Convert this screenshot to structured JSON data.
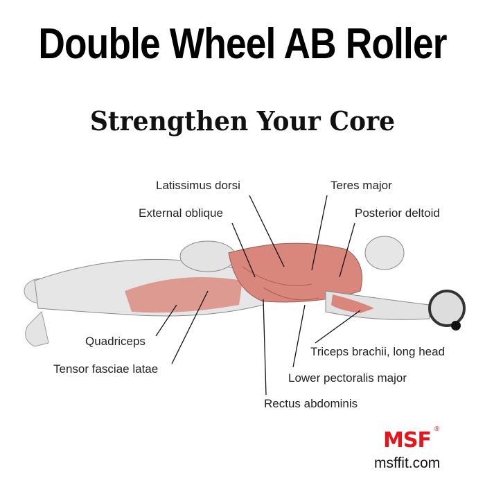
{
  "header": {
    "title": "Double Wheel AB Roller",
    "subtitle": "Strengthen Your Core"
  },
  "labels": {
    "latissimus": "Latissimus dorsi",
    "teres": "Teres major",
    "oblique": "External oblique",
    "deltoid": "Posterior deltoid",
    "quadriceps": "Quadriceps",
    "tfl": "Tensor fasciae latae",
    "triceps": "Triceps brachii, long head",
    "pectoralis": "Lower pectoralis major",
    "rectus": "Rectus abdominis"
  },
  "brand": {
    "logo": "MSF",
    "registered": "®",
    "website": "msffit.com",
    "color": "#e8141c"
  },
  "colors": {
    "muscle": "#d9877c",
    "body": "#e6e6e6"
  }
}
